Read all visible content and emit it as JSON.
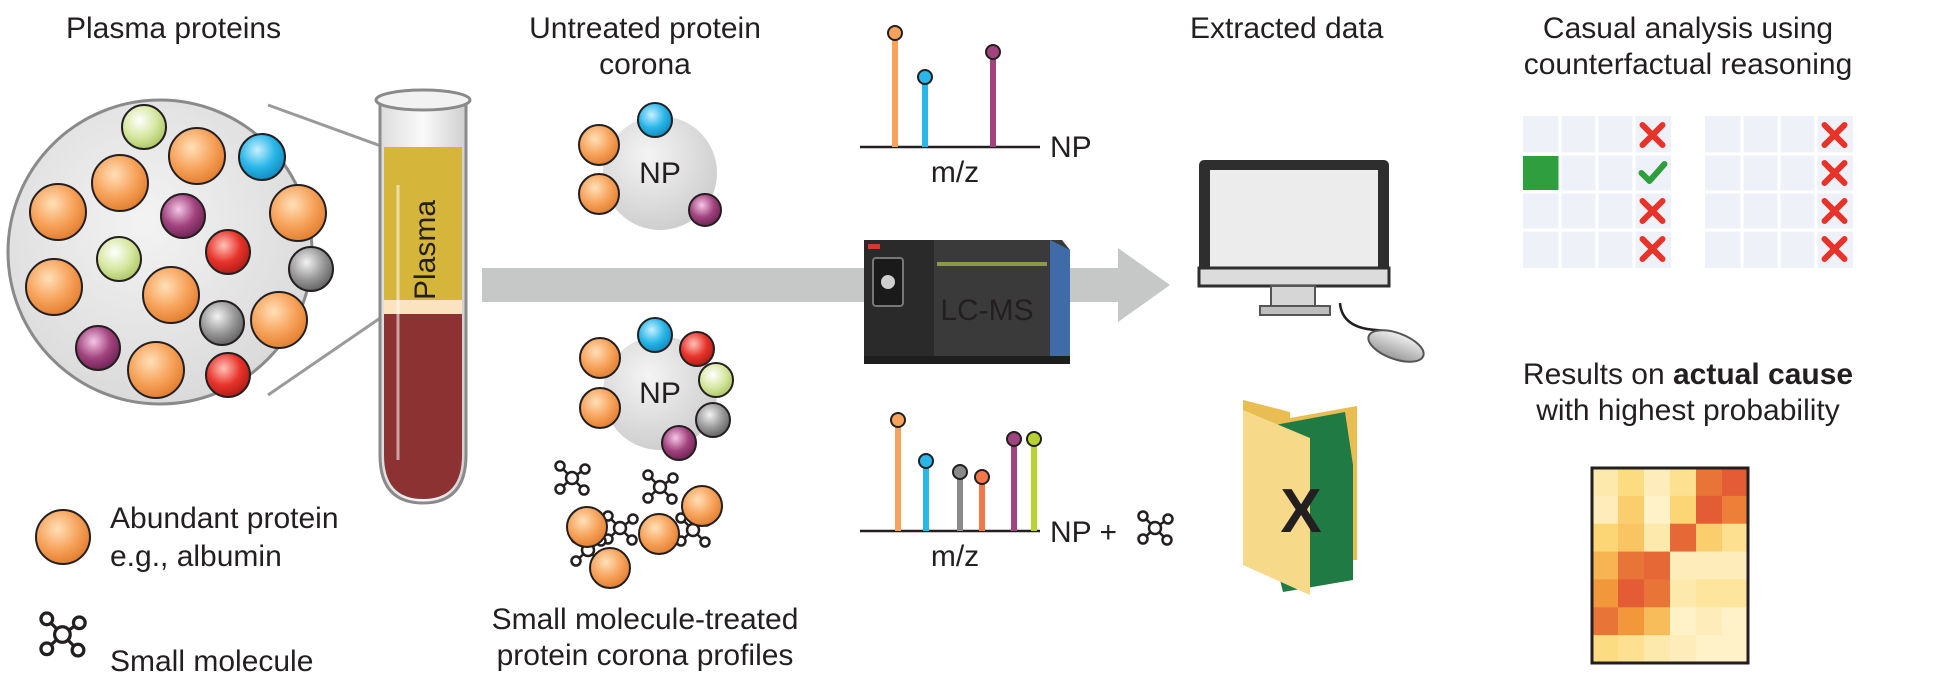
{
  "titles": {
    "plasma_proteins": "Plasma proteins",
    "untreated_line1": "Untreated protein",
    "untreated_line2": "corona",
    "extracted_data": "Extracted data",
    "causal_line1": "Casual analysis using",
    "causal_line2": "counterfactual reasoning",
    "treated_line1": "Small molecule-treated",
    "treated_line2": "protein corona profiles",
    "results_line1_a": "Results on ",
    "results_line1_b": "actual cause",
    "results_line2": "with highest probability"
  },
  "tube": {
    "label": "Plasma"
  },
  "np_label": "NP",
  "instrument": {
    "label": "LC-MS"
  },
  "spectra": {
    "top": {
      "xlabel": "m/z",
      "tag": "NP"
    },
    "bottom": {
      "xlabel": "m/z",
      "tag": "NP +"
    }
  },
  "legend": {
    "protein_line1": "Abundant protein",
    "protein_line2": "e.g., albumin",
    "molecule": "Small molecule"
  },
  "colors": {
    "orange": "#f7a35c",
    "blue": "#29b6e8",
    "green_light": "#d7e7a1",
    "purple": "#a1437e",
    "red": "#e8332a",
    "gray": "#8a8a8a",
    "plasma_top": "#d6b53b",
    "blood": "#8c3232",
    "check_green": "#2e9e3f",
    "excel_green": "#1f7a44"
  },
  "counterfactual_tables": {
    "left": {
      "highlight_row": 1,
      "marks": [
        "x",
        "check",
        "x",
        "x"
      ]
    },
    "right": {
      "marks": [
        "x",
        "x",
        "x",
        "x"
      ]
    }
  },
  "heatmap": {
    "rows": 7,
    "cols": 6,
    "levels": [
      [
        0.15,
        0.3,
        0.1,
        0.25,
        0.85,
        0.95
      ],
      [
        0.1,
        0.4,
        0.05,
        0.35,
        0.95,
        0.8
      ],
      [
        0.35,
        0.45,
        0.15,
        0.9,
        0.4,
        0.25
      ],
      [
        0.55,
        0.85,
        0.9,
        0.1,
        0.1,
        0.1
      ],
      [
        0.7,
        0.95,
        0.85,
        0.15,
        0.2,
        0.2
      ],
      [
        0.85,
        0.7,
        0.5,
        0.05,
        0.1,
        0.05
      ],
      [
        0.3,
        0.25,
        0.15,
        0.1,
        0.05,
        0.05
      ]
    ]
  }
}
